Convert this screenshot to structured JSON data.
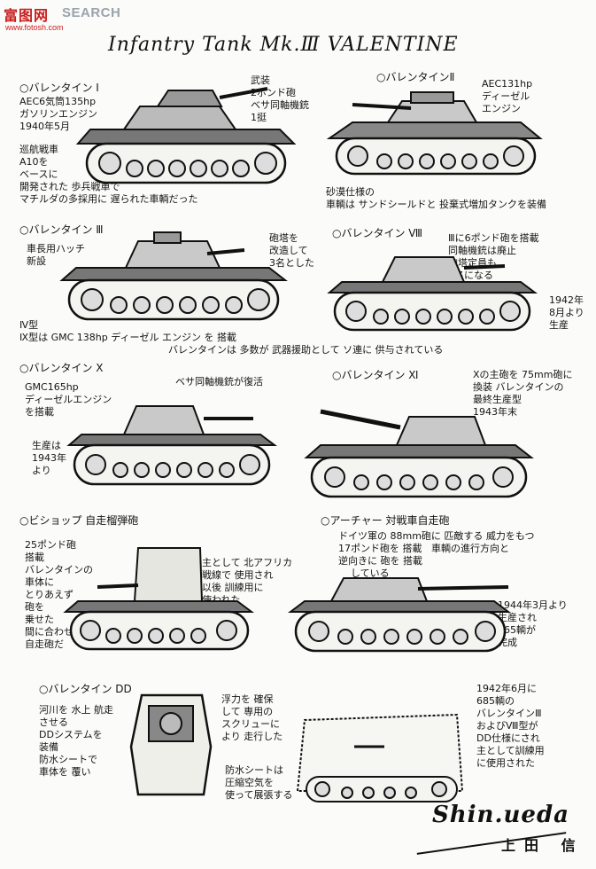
{
  "watermark": {
    "logo": "富图网",
    "search": "SEARCH",
    "url": "www.fotosh.com"
  },
  "title": "Infantry Tank Mk.Ⅲ VALENTINE",
  "notes": {
    "v1_title": "○バレンタイン Ⅰ",
    "v1_spec": "AEC6気筒135hp\nガソリンエンジン\n1940年5月",
    "v1_desc": "巡航戦車\nA10を\nベースに\n開発された 歩兵戦車で\nマチルダの多採用に 遅られた車輌だった",
    "v1_arms": "武装\n2ポンド砲\nベサ同軸機銃\n1挺",
    "v2_title": "○バレンタインⅡ",
    "v2_spec": "AEC131hp\nディーゼル\nエンジン",
    "v2_desc": "砂漠仕様の\n車輌は サンドシールドと 投棄式増加タンクを装備",
    "v3_title": "○バレンタイン Ⅲ",
    "v3_spec": "車長用ハッチ\n新設",
    "v3_turret": "砲塔を\n改造して\n3名とした",
    "v8_title": "○バレンタイン Ⅷ",
    "v8_desc": "Ⅲに6ポンド砲を搭載\n同軸機銃は廃止\n砲塔定員も\n2名になる",
    "v8_date": "1942年\n8月より\n生産",
    "v4_desc": "Ⅳ型\nⅨ型は GMC 138hp ディーゼル エンジン を 搭載",
    "v_support": "バレンタインは 多数が 武器援助として ソ連に 供与されている",
    "v10_title": "○バレンタイン Ⅹ",
    "v10_spec": "GMC165hp\nディーゼルエンジン\nを搭載",
    "v10_date": "生産は\n1943年\nより",
    "v10_coax": "ベサ同軸機銃が復活",
    "v11_title": "○バレンタイン Ⅺ",
    "v11_desc": "Ⅹの主砲を 75mm砲に\n換装 バレンタインの\n最終生産型\n1943年末",
    "bishop_title": "○ビショップ 自走榴弾砲",
    "bishop_desc": "25ポンド砲\n搭載\nバレンタインの\n車体に\nとりあえず\n砲を\n乗せた\n間に合わせ\n自走砲だ",
    "bishop_use": "主として 北アフリカ\n戦線で 使用され\n以後 訓練用に\n使われた",
    "archer_title": "○アーチャー 対戦車自走砲",
    "archer_desc": "ドイツ軍の 88mm砲に 匹敵する 威力をもつ\n17ポンド砲を 搭載   車輌の進行方向と\n逆向きに 砲を 搭載\n    している",
    "archer_date": "1944年3月より\n生産され\n665輌が\n完成",
    "dd_title": "○バレンタイン DD",
    "dd_desc": "河川を 水上 航走\nさせる\nDDシステムを\n装備\n防水シートで\n車体を 覆い",
    "dd_float": "浮力を 確保\nして 専用の\nスクリューに\nより 走行した",
    "dd_screen": "防水シートは\n圧縮空気を\n使って展張する",
    "dd_date": "1942年6月に\n685輌の\nバレンタインⅢ\nおよびⅧ型が\nDD仕様にされ\n主として訓練用\nに使用された"
  },
  "signature": {
    "name": "Shin.ueda",
    "kanji": "上田 信"
  },
  "colors": {
    "ink": "#151515",
    "paper": "#fbfbf9",
    "shade": "#6b6b6b",
    "watermark_red": "#c81e1e",
    "watermark_gray": "#9aa3ad"
  }
}
